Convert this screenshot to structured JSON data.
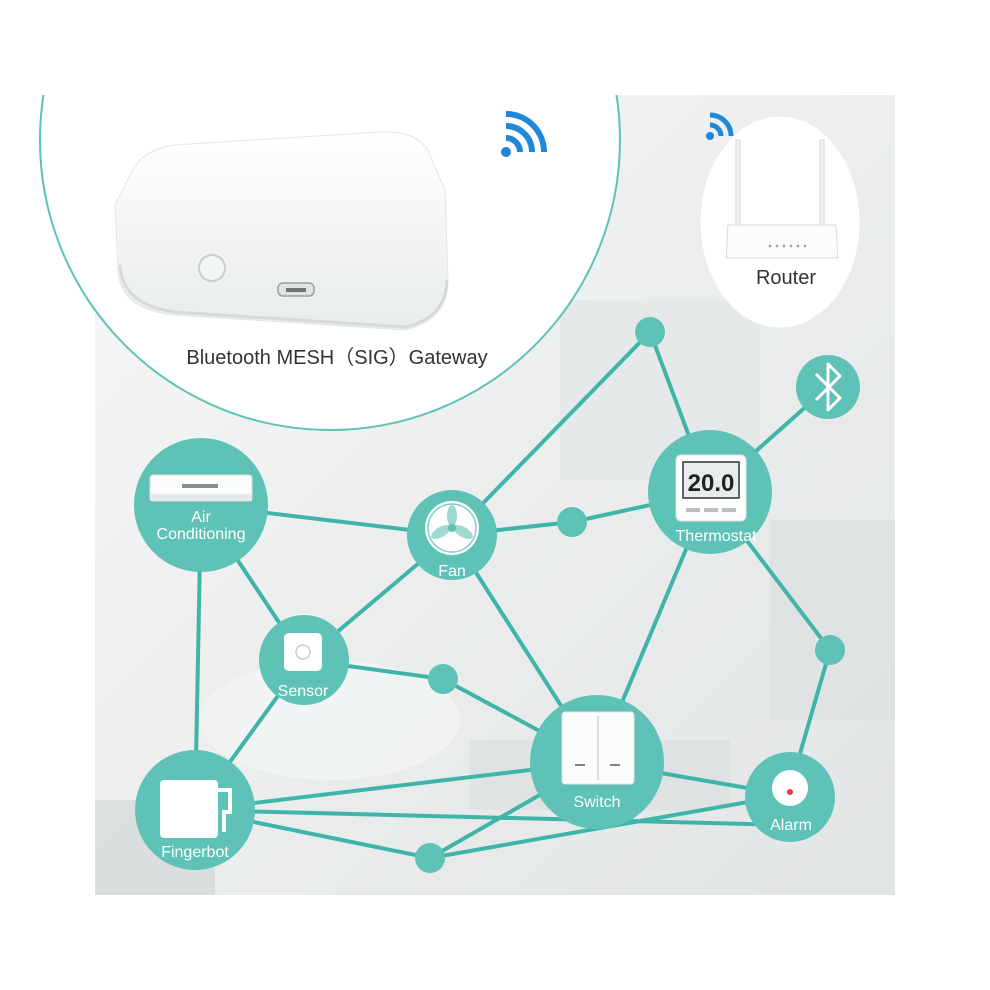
{
  "gateway": {
    "label": "Bluetooth MESH（SIG）Gateway"
  },
  "router": {
    "label": "Router"
  },
  "thermostat": {
    "display": "20.0",
    "label": "Thermostat"
  },
  "nodes": {
    "air_conditioning": {
      "line1": "Air",
      "line2": "Conditioning"
    },
    "fan": {
      "label": "Fan"
    },
    "sensor": {
      "label": "Sensor"
    },
    "switch": {
      "label": "Switch"
    },
    "alarm": {
      "label": "Alarm"
    },
    "fingerbot": {
      "label": "Fingerbot"
    }
  },
  "colors": {
    "accent": "#5ec2b7",
    "line": "#3fb5a9",
    "background": "#eef0f0"
  },
  "icons": [
    "wifi-icon",
    "bluetooth-icon"
  ]
}
